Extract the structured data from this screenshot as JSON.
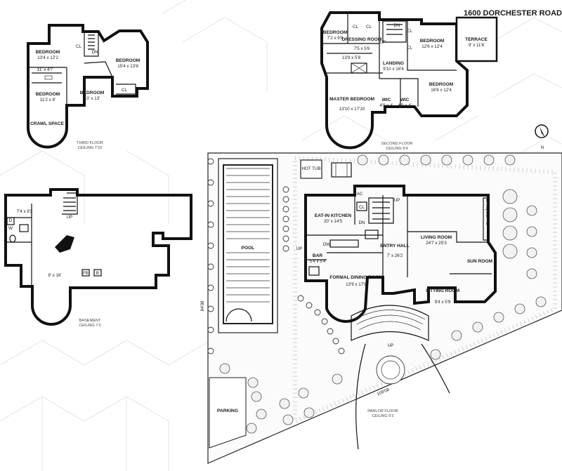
{
  "title": "1600 DORCHESTER ROAD",
  "floors": {
    "third": {
      "caption": "THIRD FLOOR",
      "ceiling": "CEILING 7'10",
      "rooms": [
        {
          "name": "BEDROOM",
          "dims": "13'4 x 12'2"
        },
        {
          "name": "BEDROOM",
          "dims": "15'4 x 13'8"
        },
        {
          "name": "BEDROOM",
          "dims": "11'2 x 8'"
        },
        {
          "name": "BEDROOM",
          "dims": "10' x 13'"
        },
        {
          "name": "CRAWL SPACE"
        }
      ],
      "bath_dims": "11' x 4'7",
      "labels": {
        "cl1": "CL",
        "cl2": "CL",
        "dn": "DN"
      }
    },
    "second": {
      "caption": "SECOND FLOOR",
      "ceiling": "CEILING 9'4",
      "rooms": [
        {
          "name": "BEDROOM",
          "dims": "7'2 x 9'8"
        },
        {
          "name": "DRESSING ROOM",
          "dims": "7'5 x 5'6"
        },
        {
          "name": "BEDROOM",
          "dims": "12'6 x 12'4"
        },
        {
          "name": "TERRACE",
          "dims": "9' x 11'8"
        },
        {
          "name": "LANDING",
          "dims": "9'10 x 16'4"
        },
        {
          "name": "BEDROOM",
          "dims": "16'8 x 12'4"
        },
        {
          "name": "MASTER BEDROOM",
          "dims": "13'10 x 17'10"
        },
        {
          "name": "WIC",
          "dims": "4'9 x 4'"
        },
        {
          "name": "WIC",
          "dims": "4'9 x 4'"
        }
      ],
      "bath_dims": "13'9 x 5'8",
      "labels": {
        "cl1": "CL",
        "cl2": "CL",
        "cl3": "CL",
        "cl4": "CL",
        "up": "UP",
        "dn": "DN"
      }
    },
    "basement": {
      "caption": "BASEMENT",
      "ceiling": "CEILING 7'2",
      "room1_dims": "7'4 x 9'2",
      "room2_dims": "9' x 16'",
      "labels": {
        "w": "W",
        "d": "D",
        "up": "UP",
        "fb": "FB",
        "b": "B"
      }
    },
    "parlor": {
      "caption": "PARLOR FLOOR",
      "ceiling": "CEILING 9'2",
      "rooms": [
        {
          "name": "EAT-IN KITCHEN",
          "dims": "20' x 14'5"
        },
        {
          "name": "LIVING ROOM",
          "dims": "24'7 x 25'3"
        },
        {
          "name": "ENTRY HALL",
          "dims": "7' x 26'2"
        },
        {
          "name": "BAR",
          "dims": "5'4 x 5'4"
        },
        {
          "name": "FORMAL DINING ROOM",
          "dims": "13'9 x 17'8"
        },
        {
          "name": "SUN ROOM"
        },
        {
          "name": "SITTING ROOM",
          "dims": "9'4 x 5'9"
        }
      ],
      "labels": {
        "ac": "AC",
        "cl": "CL",
        "dn": "DN",
        "up": "UP",
        "up2": "UP",
        "up3": "UP",
        "dw": "DW",
        "banquette": "BANQUETTE"
      }
    }
  },
  "site": {
    "pool": "POOL",
    "hot_tub": "HOT TUB",
    "parking": "PARKING",
    "dim_side": "84'08",
    "dim_front": "109'08"
  },
  "compass": "N"
}
